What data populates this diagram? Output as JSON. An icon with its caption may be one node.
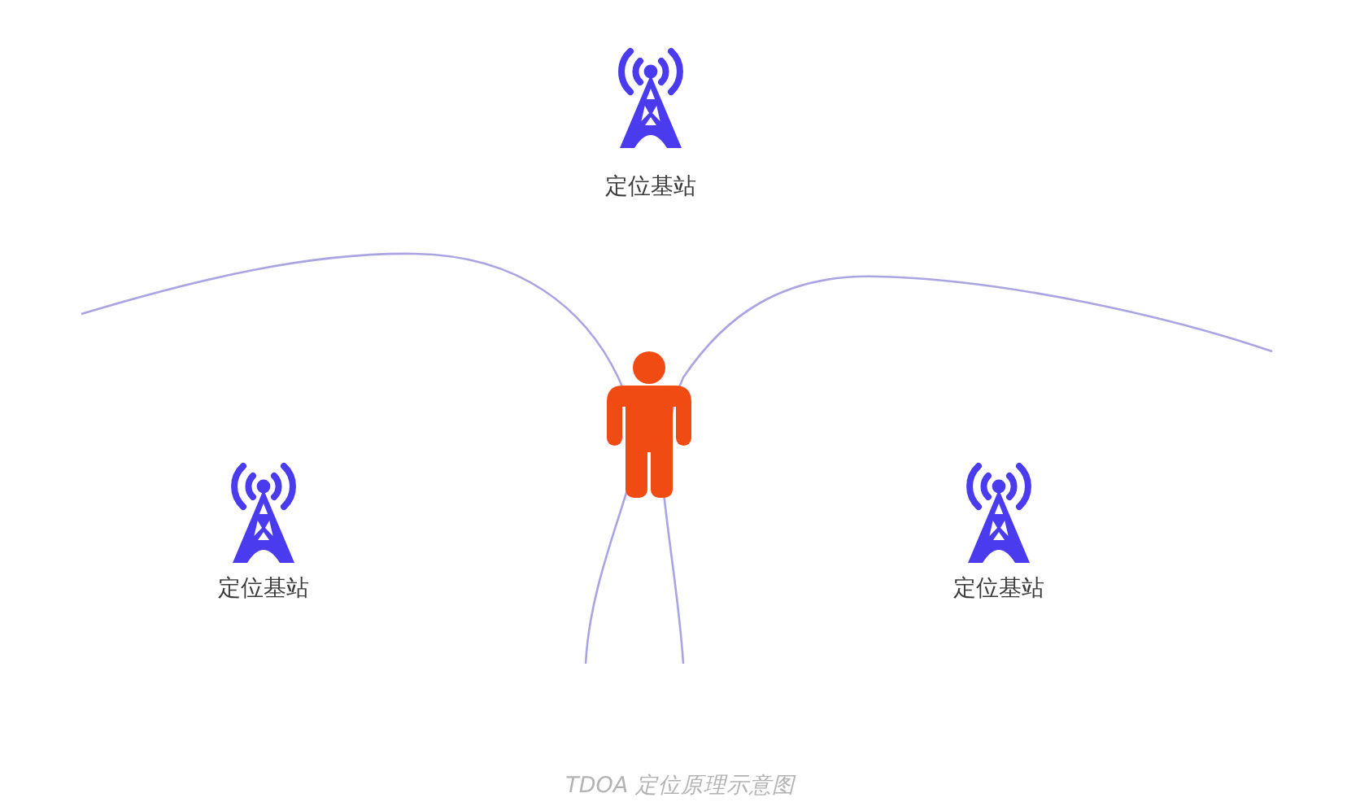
{
  "diagram": {
    "caption": "TDOA 定位原理示意图",
    "nodes": [
      {
        "text": [
          "定位基站"
        ]
      },
      {
        "text": [],
        "shape": "person"
      },
      {
        "text": [
          "定位基站"
        ]
      },
      {
        "text": [
          "定位基站"
        ]
      }
    ]
  }
}
